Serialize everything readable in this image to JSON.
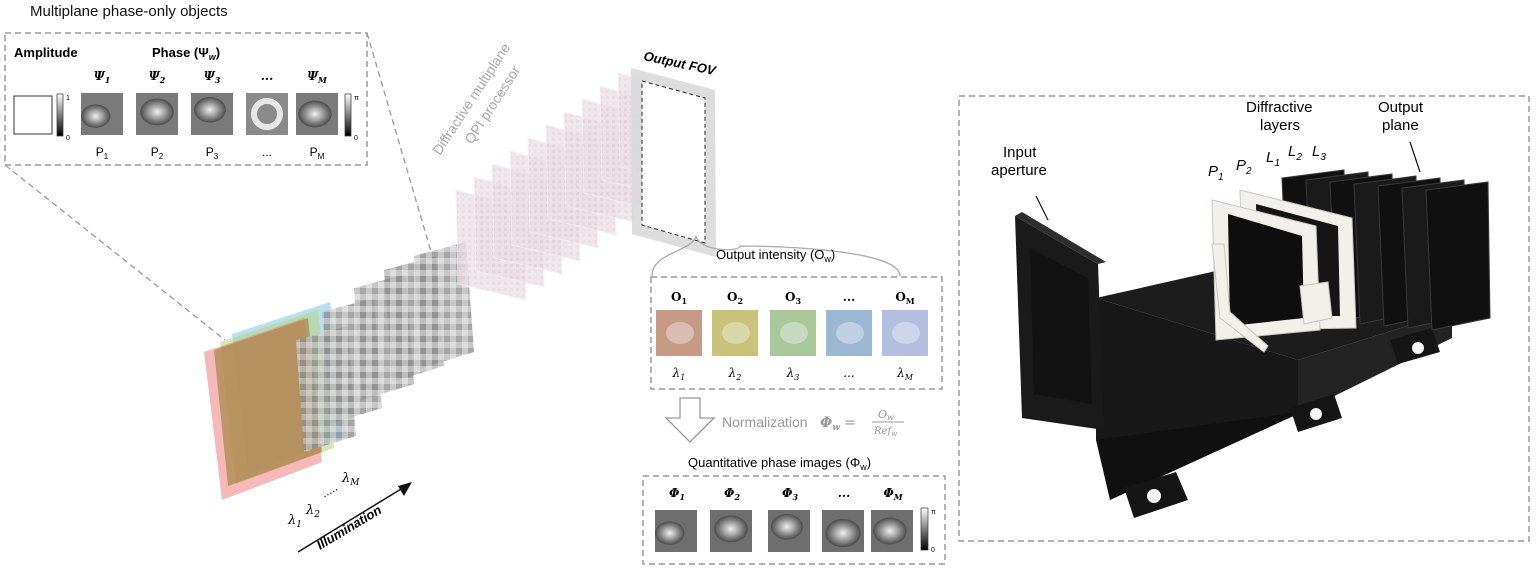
{
  "objects_panel": {
    "title": "Multiplane phase-only objects",
    "amplitude_label": "Amplitude",
    "phase_label": "Phase (Ψ",
    "phase_sub": "w",
    "phase_close": ")",
    "amp_scale_max": "1",
    "amp_scale_min": "0",
    "phase_scale_max": "π",
    "phase_scale_min": "0",
    "columns": [
      {
        "sym": "Ψ",
        "sub": "1",
        "plane": "P",
        "plane_sub": "1"
      },
      {
        "sym": "Ψ",
        "sub": "2",
        "plane": "P",
        "plane_sub": "2"
      },
      {
        "sym": "Ψ",
        "sub": "3",
        "plane": "P",
        "plane_sub": "3"
      },
      {
        "sym": "...",
        "sub": "",
        "plane": "...",
        "plane_sub": ""
      },
      {
        "sym": "Ψ",
        "sub": "M",
        "plane": "P",
        "plane_sub": "M"
      }
    ]
  },
  "processor": {
    "label_line1": "Diffractive multiplane",
    "label_line2": "QPI processor",
    "output_fov": "Output FOV"
  },
  "illumination": {
    "label": "Illumination",
    "l1": "λ",
    "l1_sub": "1",
    "l2": "λ",
    "l2_sub": "2",
    "dots": ".....",
    "lM": "λ",
    "lM_sub": "M"
  },
  "output_panel": {
    "title": "Output intensity (O",
    "title_sub": "w",
    "title_close": ")",
    "columns": [
      {
        "sym": "O",
        "sub": "1",
        "lam": "λ",
        "lam_sub": "1",
        "color": "#c79a86"
      },
      {
        "sym": "O",
        "sub": "2",
        "lam": "λ",
        "lam_sub": "2",
        "color": "#c8c27a"
      },
      {
        "sym": "O",
        "sub": "3",
        "lam": "λ",
        "lam_sub": "3",
        "color": "#a8c79a"
      },
      {
        "sym": "...",
        "sub": "",
        "lam": "...",
        "lam_sub": "",
        "color": "#9bb7d2"
      },
      {
        "sym": "O",
        "sub": "M",
        "lam": "λ",
        "lam_sub": "M",
        "color": "#b4bfe0"
      }
    ]
  },
  "normalization": {
    "label": "Normalization",
    "phi": "Φ",
    "phi_sub": "w",
    "equals": "=",
    "num": "O",
    "num_sub": "w",
    "den": "Ref",
    "den_sub": "w"
  },
  "phase_panel": {
    "title": "Quantitative phase images (Φ",
    "title_sub": "w",
    "title_close": ")",
    "scale_max": "π",
    "scale_min": "0",
    "columns": [
      {
        "sym": "Φ",
        "sub": "1"
      },
      {
        "sym": "Φ",
        "sub": "2"
      },
      {
        "sym": "Φ",
        "sub": "3"
      },
      {
        "sym": "...",
        "sub": ""
      },
      {
        "sym": "Φ",
        "sub": "M"
      }
    ]
  },
  "photo_panel": {
    "input_aperture_line1": "Input",
    "input_aperture_line2": "aperture",
    "diffractive_line1": "Diffractive",
    "diffractive_line2": "layers",
    "output_line1": "Output",
    "output_line2": "plane",
    "P1": "P",
    "P1_sub": "1",
    "P2": "P",
    "P2_sub": "2",
    "L1": "L",
    "L1_sub": "1",
    "L2": "L",
    "L2_sub": "2",
    "L3": "L",
    "L3_sub": "3"
  },
  "colors": {
    "panel_border": "#9a9a9a",
    "processor_label": "#a8a8a8",
    "normalization": "#999999",
    "device": "#141414",
    "layer_frame": "#f2f0ea"
  }
}
